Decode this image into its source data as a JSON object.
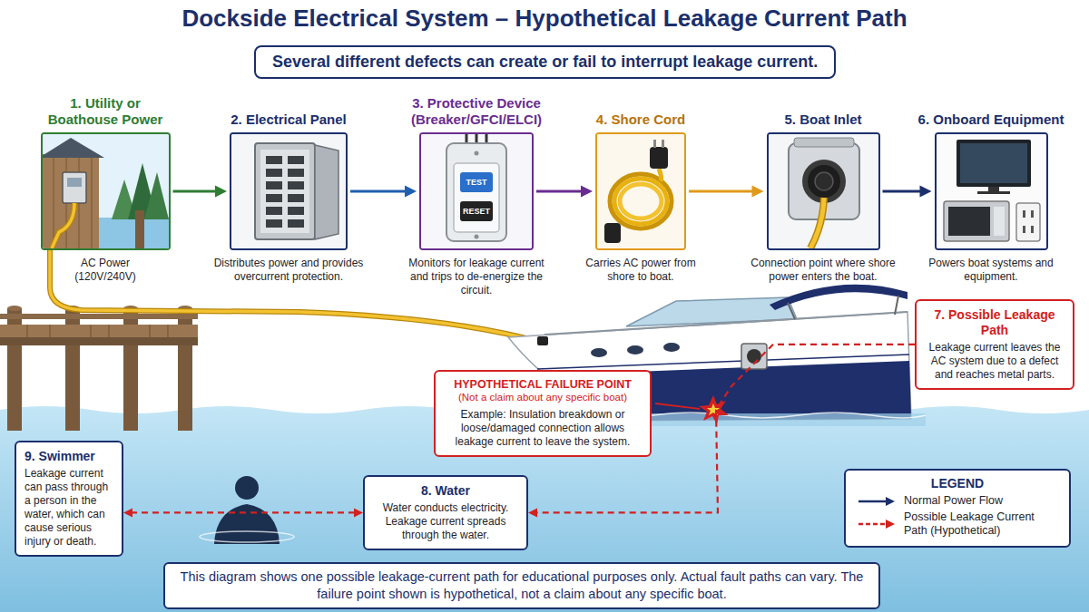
{
  "diagram": {
    "title": "Dockside Electrical System – Hypothetical Leakage Current Path",
    "caption": "This diagram shows one possible leakage-current path for educational purposes only. Actual fault paths can vary. The failure point shown is hypothetical, not a claim about any specific boat.",
    "nodes": [
      {
        "text": [
          "Several different defects can create or fail to interrupt leakage current."
        ]
      },
      {
        "text": [
          "1. Utility or Boathouse Power",
          "AC Power (120V/240V)"
        ]
      },
      {
        "text": [
          "2. Electrical Panel",
          "Distributes power and provides overcurrent protection."
        ]
      },
      {
        "text": [
          "3. Protective Device (Breaker/GFCI/ELCI)",
          "Monitors for leakage current and trips to de-energize the circuit."
        ]
      },
      {
        "text": [
          "4. Shore Cord",
          "Carries AC power from shore to boat."
        ]
      },
      {
        "text": [
          "5. Boat Inlet",
          "Connection point where shore power enters the boat."
        ]
      },
      {
        "text": [
          "6. Onboard Equipment",
          "Powers boat systems and equipment."
        ]
      },
      {
        "text": [
          "7. Possible Leakage Path",
          "Leakage current leaves the AC system due to a defect and reaches metal parts."
        ]
      },
      {
        "text": [
          "HYPOTHETICAL FAILURE POINT",
          "(Not a claim about any specific boat)",
          "Example: Insulation breakdown or loose/damaged connection allows leakage current to leave the system."
        ]
      },
      {
        "text": [
          "9. Swimmer",
          "Leakage current can pass through a person in the water, which can cause serious injury or death."
        ]
      },
      {
        "text": [
          "8. Water",
          "Water conducts electricity. Leakage current spreads through the water."
        ]
      }
    ],
    "edges": [
      {
        "from": 1,
        "to": 2,
        "arrow": "to"
      },
      {
        "from": 2,
        "to": 3,
        "arrow": "to"
      },
      {
        "from": 3,
        "to": 4,
        "arrow": "to"
      },
      {
        "from": 4,
        "to": 5,
        "arrow": "to"
      },
      {
        "from": 5,
        "to": 6,
        "arrow": "to"
      },
      {
        "from": 7,
        "to": 10,
        "arrow": "to"
      },
      {
        "from": 10,
        "to": 9,
        "arrow": "both"
      }
    ],
    "labels": [
      "TEST",
      "RESET",
      "LEGEND"
    ],
    "legend": [
      {
        "text": "Normal Power Flow"
      },
      {
        "text": "Possible Leakage Current Path (Hypothetical)"
      }
    ]
  }
}
